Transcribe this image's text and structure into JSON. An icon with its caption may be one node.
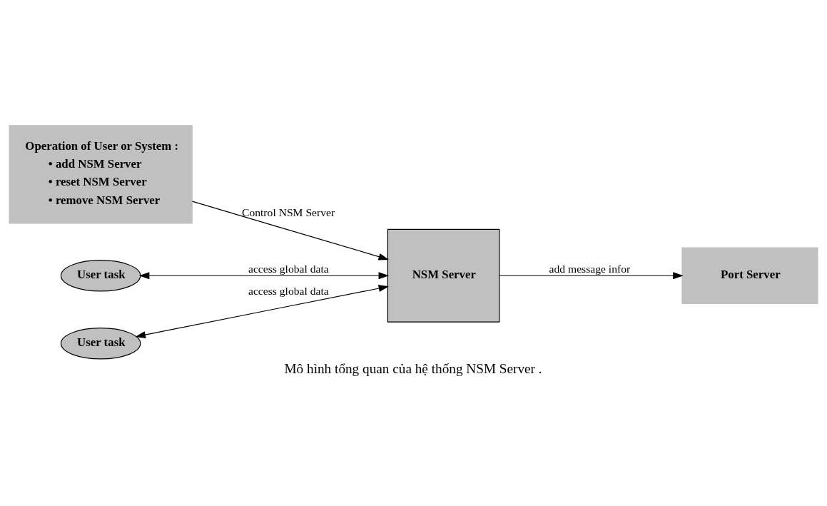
{
  "diagram": {
    "caption": "Mô hình tổng quan của hệ thống NSM Server .",
    "nodes": [
      {
        "text": [
          "Operation of User or System :",
          "• add NSM Server",
          "• reset NSM Server",
          "• remove NSM Server"
        ]
      },
      {
        "text": [
          "Port Server"
        ]
      },
      {
        "text": [
          "User task"
        ]
      },
      {
        "text": [
          "NSM Server"
        ]
      },
      {
        "text": [
          "User task"
        ]
      }
    ],
    "edges": [
      {
        "from": 0,
        "to": 3,
        "arrow": "to",
        "label": "Control NSM Server"
      },
      {
        "from": 3,
        "to": 1,
        "arrow": "to",
        "label": "add message infor"
      },
      {
        "from": 2,
        "to": 3,
        "arrow": "both",
        "label": "access global data"
      },
      {
        "from": 4,
        "to": 3,
        "arrow": "both",
        "label": "access global data"
      }
    ]
  }
}
